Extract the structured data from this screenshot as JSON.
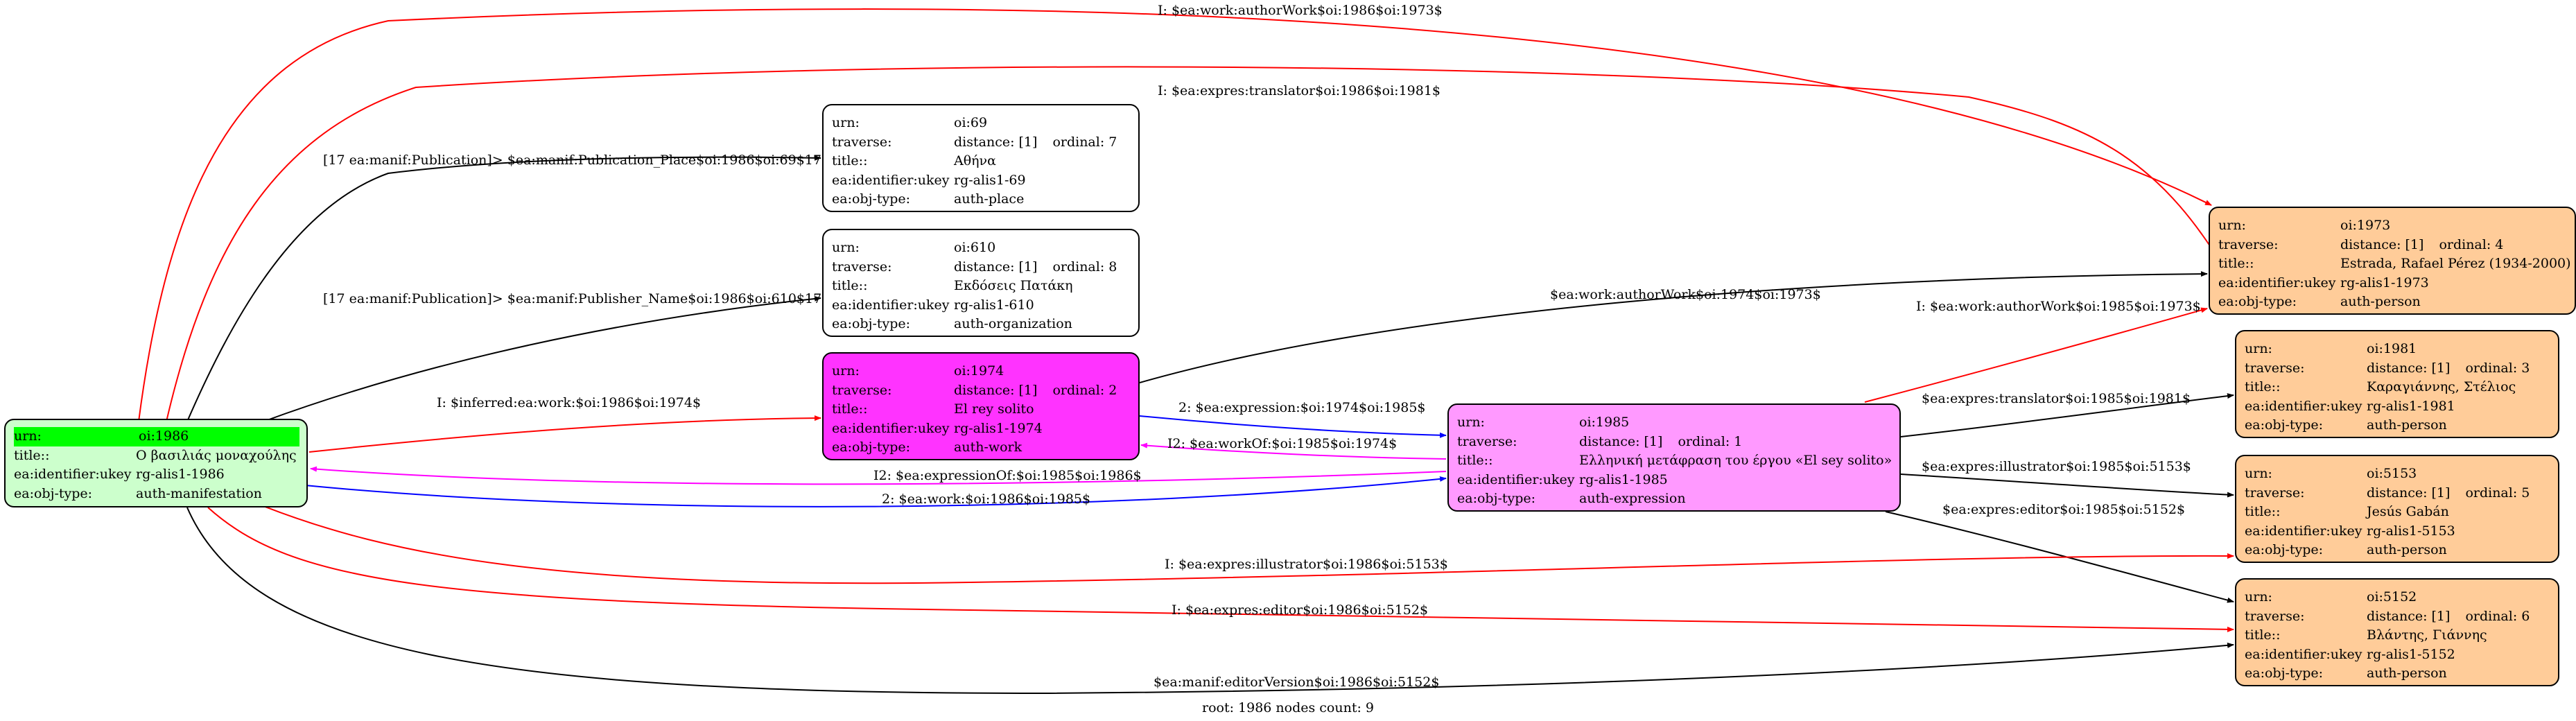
{
  "footer": "root: 1986 nodes count: 9",
  "colors": {
    "root_fill": "#ccffcc",
    "root_highlight": "#00ff00",
    "work_fill": "#ff33ff",
    "expression_fill": "#ff99ff",
    "person_fill": "#ffcc99",
    "plain_fill": "#ffffff",
    "red_edge": "#ff0000",
    "blue_edge": "#0000ff",
    "magenta_edge": "#ff00ff",
    "black_edge": "#000000"
  },
  "nodes": {
    "n1986": {
      "urn_label": "urn:",
      "urn": "oi:1986",
      "title_label": "title::",
      "title": "Ο βασιλιάς μοναχούλης",
      "ukey_label": "ea:identifier:ukey",
      "ukey": "rg-alis1-1986",
      "type_label": "ea:obj-type:",
      "type": "auth-manifestation"
    },
    "n69": {
      "urn_label": "urn:",
      "urn": "oi:69",
      "traverse_label": "traverse:",
      "distance": "distance: [1]",
      "ordinal": "ordinal: 7",
      "title_label": "title::",
      "title": "Αθήνα",
      "ukey_label": "ea:identifier:ukey",
      "ukey": "rg-alis1-69",
      "type_label": "ea:obj-type:",
      "type": "auth-place"
    },
    "n610": {
      "urn_label": "urn:",
      "urn": "oi:610",
      "traverse_label": "traverse:",
      "distance": "distance: [1]",
      "ordinal": "ordinal: 8",
      "title_label": "title::",
      "title": "Εκδόσεις Πατάκη",
      "ukey_label": "ea:identifier:ukey",
      "ukey": "rg-alis1-610",
      "type_label": "ea:obj-type:",
      "type": "auth-organization"
    },
    "n1974": {
      "urn_label": "urn:",
      "urn": "oi:1974",
      "traverse_label": "traverse:",
      "distance": "distance: [1]",
      "ordinal": "ordinal: 2",
      "title_label": "title::",
      "title": "El rey solito",
      "ukey_label": "ea:identifier:ukey",
      "ukey": "rg-alis1-1974",
      "type_label": "ea:obj-type:",
      "type": "auth-work"
    },
    "n1985": {
      "urn_label": "urn:",
      "urn": "oi:1985",
      "traverse_label": "traverse:",
      "distance": "distance: [1]",
      "ordinal": "ordinal: 1",
      "title_label": "title::",
      "title": "Ελληνική μετάφραση του έργου «El sey solito»",
      "ukey_label": "ea:identifier:ukey",
      "ukey": "rg-alis1-1985",
      "type_label": "ea:obj-type:",
      "type": "auth-expression"
    },
    "n1973": {
      "urn_label": "urn:",
      "urn": "oi:1973",
      "traverse_label": "traverse:",
      "distance": "distance: [1]",
      "ordinal": "ordinal: 4",
      "title_label": "title::",
      "title": "Estrada, Rafael Pérez (1934-2000)",
      "ukey_label": "ea:identifier:ukey",
      "ukey": "rg-alis1-1973",
      "type_label": "ea:obj-type:",
      "type": "auth-person"
    },
    "n1981": {
      "urn_label": "urn:",
      "urn": "oi:1981",
      "traverse_label": "traverse:",
      "distance": "distance: [1]",
      "ordinal": "ordinal: 3",
      "title_label": "title::",
      "title": "Καραγιάννης, Στέλιος",
      "ukey_label": "ea:identifier:ukey",
      "ukey": "rg-alis1-1981",
      "type_label": "ea:obj-type:",
      "type": "auth-person"
    },
    "n5153": {
      "urn_label": "urn:",
      "urn": "oi:5153",
      "traverse_label": "traverse:",
      "distance": "distance: [1]",
      "ordinal": "ordinal: 5",
      "title_label": "title::",
      "title": "Jesús Gabán",
      "ukey_label": "ea:identifier:ukey",
      "ukey": "rg-alis1-5153",
      "type_label": "ea:obj-type:",
      "type": "auth-person"
    },
    "n5152": {
      "urn_label": "urn:",
      "urn": "oi:5152",
      "traverse_label": "traverse:",
      "distance": "distance: [1]",
      "ordinal": "ordinal: 6",
      "title_label": "title::",
      "title": "Βλάντης, Γιάννης",
      "ukey_label": "ea:identifier:ukey",
      "ukey": "rg-alis1-5152",
      "type_label": "ea:obj-type:",
      "type": "auth-person"
    }
  },
  "edges": [
    {
      "label": "I: $ea:work:authorWork$oi:1986$oi:1973$",
      "color": "red"
    },
    {
      "label": "I: $ea:expres:translator$oi:1986$oi:1981$",
      "color": "red"
    },
    {
      "label": "[17 ea:manif:Publication]> $ea:manif:Publication_Place$oi:1986$oi:69$17",
      "color": "black"
    },
    {
      "label": "[17 ea:manif:Publication]> $ea:manif:Publisher_Name$oi:1986$oi:610$17",
      "color": "black"
    },
    {
      "label": "I: $inferred:ea:work:$oi:1986$oi:1974$",
      "color": "red"
    },
    {
      "label": "$ea:work:authorWork$oi:1974$oi:1973$",
      "color": "black"
    },
    {
      "label": "2: $ea:expression:$oi:1974$oi:1985$",
      "color": "blue"
    },
    {
      "label": "I2: $ea:workOf:$oi:1985$oi:1974$",
      "color": "magenta"
    },
    {
      "label": "I2: $ea:expressionOf:$oi:1985$oi:1986$",
      "color": "magenta"
    },
    {
      "label": "2: $ea:work:$oi:1986$oi:1985$",
      "color": "blue"
    },
    {
      "label": "I: $ea:work:authorWork$oi:1985$oi:1973$",
      "color": "red"
    },
    {
      "label": "$ea:expres:translator$oi:1985$oi:1981$",
      "color": "black"
    },
    {
      "label": "$ea:expres:illustrator$oi:1985$oi:5153$",
      "color": "black"
    },
    {
      "label": "$ea:expres:editor$oi:1985$oi:5152$",
      "color": "black"
    },
    {
      "label": "I: $ea:expres:illustrator$oi:1986$oi:5153$",
      "color": "red"
    },
    {
      "label": "I: $ea:expres:editor$oi:1986$oi:5152$",
      "color": "red"
    },
    {
      "label": "$ea:manif:editorVersion$oi:1986$oi:5152$",
      "color": "black"
    }
  ]
}
